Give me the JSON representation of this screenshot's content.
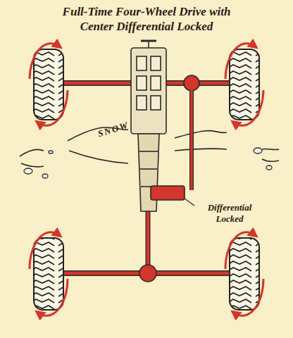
{
  "diagram": {
    "title": "Full-Time Four-Wheel Drive with Center Differential Locked",
    "labels": [
      "SNOW",
      "Differential Locked"
    ]
  }
}
